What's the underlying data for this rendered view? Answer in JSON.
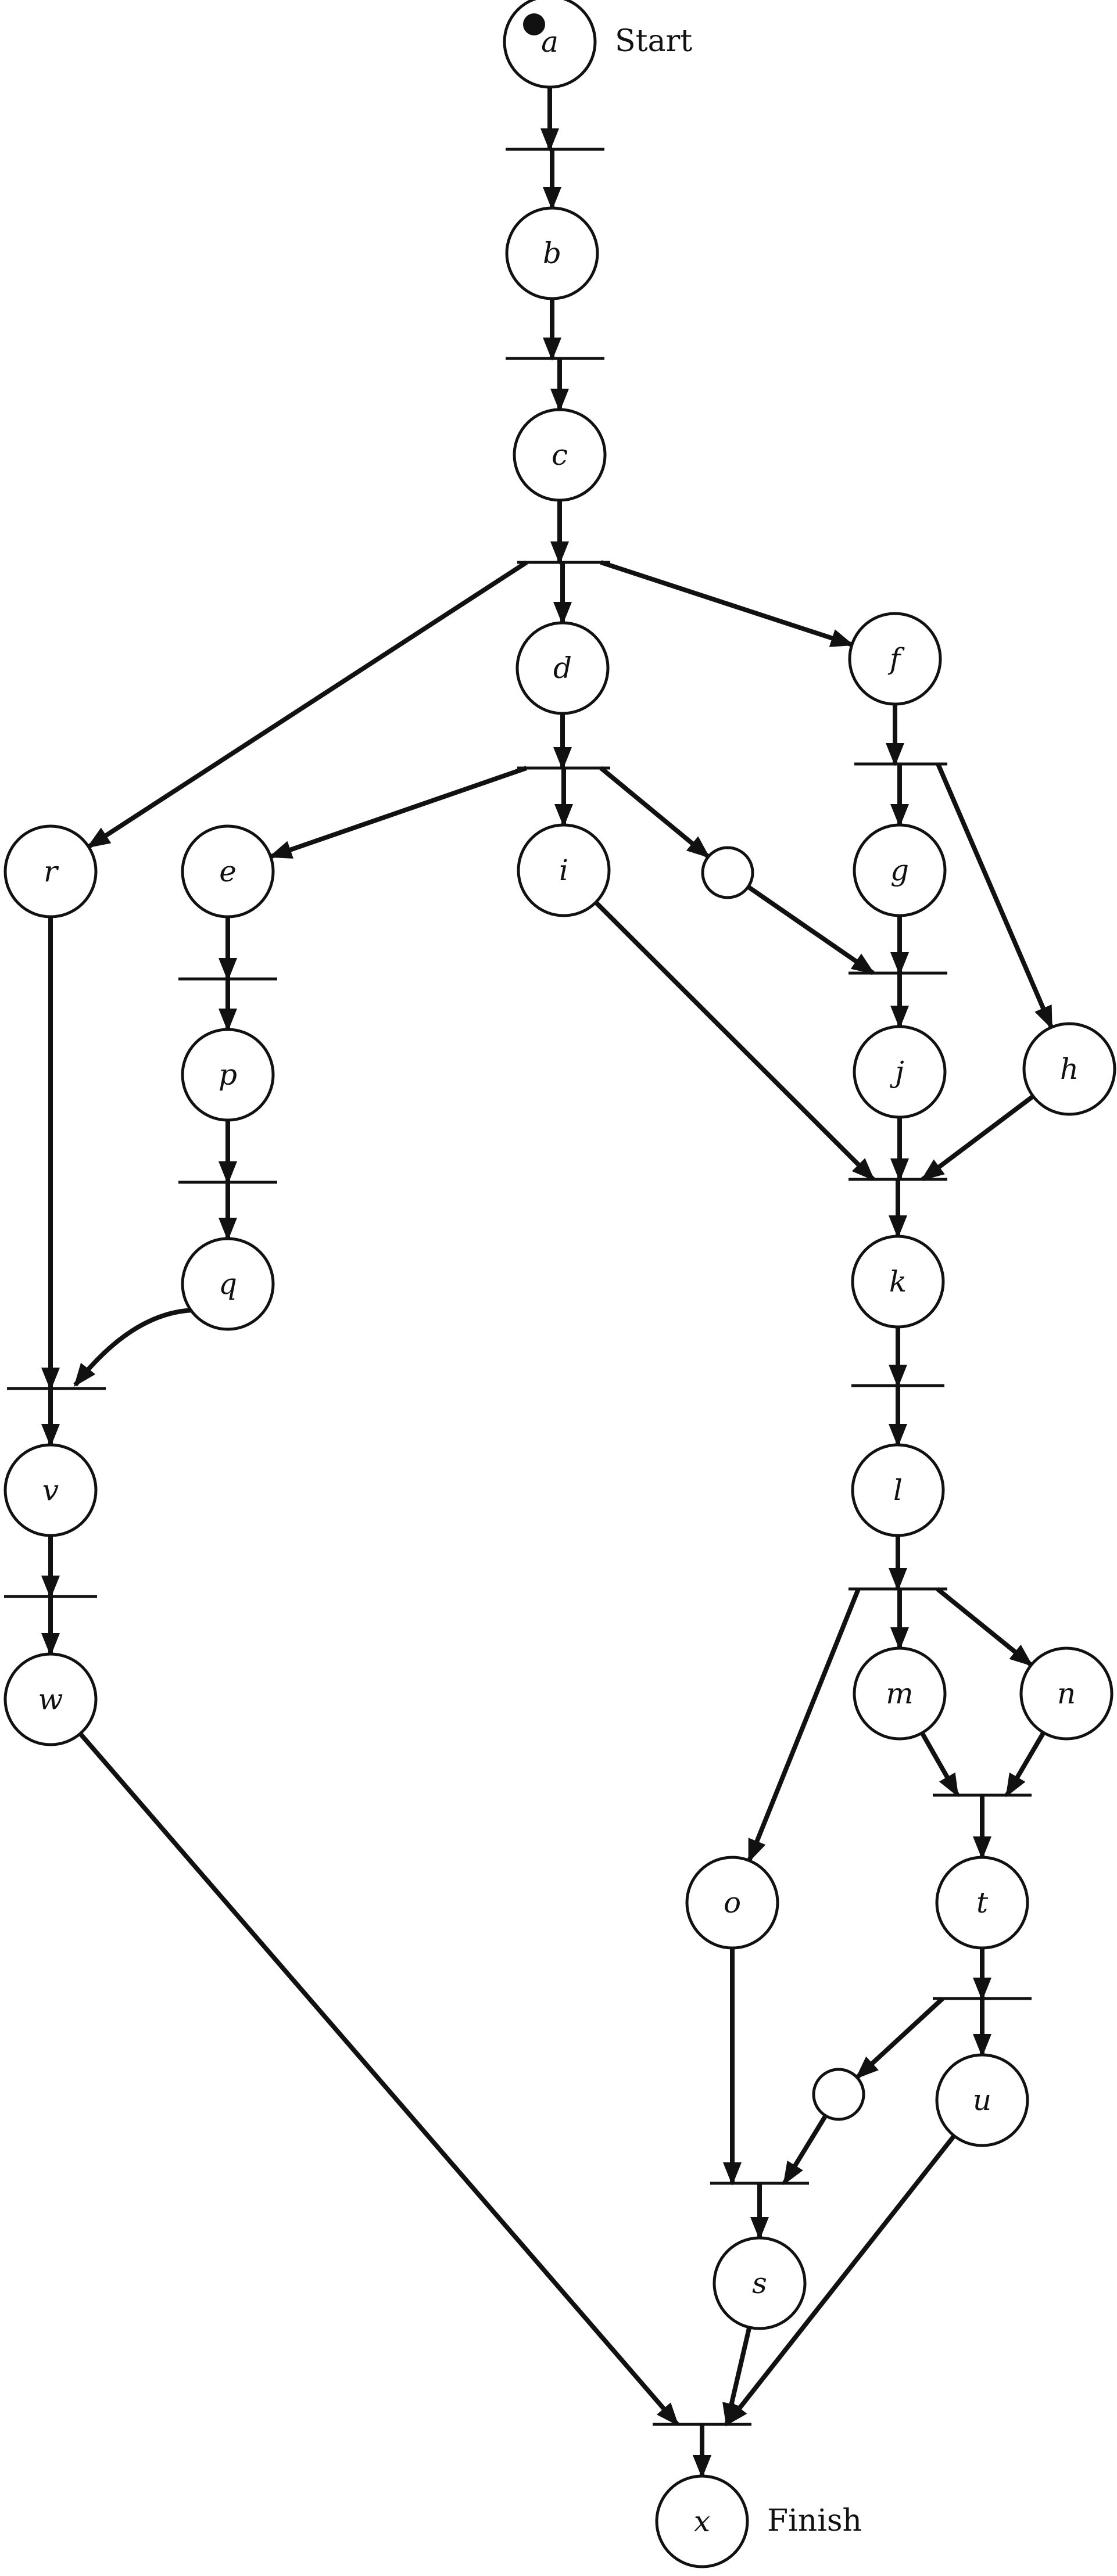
{
  "start_label": "Start",
  "finish_label": "Finish",
  "colors": {
    "ink": "#111111",
    "paper": "#ffffff"
  },
  "places": [
    {
      "id": "a",
      "label": "a",
      "token": true
    },
    {
      "id": "b",
      "label": "b"
    },
    {
      "id": "c",
      "label": "c"
    },
    {
      "id": "d",
      "label": "d"
    },
    {
      "id": "f",
      "label": "f"
    },
    {
      "id": "r",
      "label": "r"
    },
    {
      "id": "e",
      "label": "e"
    },
    {
      "id": "i",
      "label": "i"
    },
    {
      "id": "p1",
      "label": ""
    },
    {
      "id": "g",
      "label": "g"
    },
    {
      "id": "p",
      "label": "p"
    },
    {
      "id": "j",
      "label": "j"
    },
    {
      "id": "h",
      "label": "h"
    },
    {
      "id": "q",
      "label": "q"
    },
    {
      "id": "k",
      "label": "k"
    },
    {
      "id": "v",
      "label": "v"
    },
    {
      "id": "l",
      "label": "l"
    },
    {
      "id": "w",
      "label": "w"
    },
    {
      "id": "m",
      "label": "m"
    },
    {
      "id": "n",
      "label": "n"
    },
    {
      "id": "o",
      "label": "o"
    },
    {
      "id": "t",
      "label": "t"
    },
    {
      "id": "p2",
      "label": ""
    },
    {
      "id": "u",
      "label": "u"
    },
    {
      "id": "s",
      "label": "s"
    },
    {
      "id": "x",
      "label": "x"
    }
  ],
  "transitions": [
    "t1",
    "t2",
    "t3",
    "t4",
    "t5",
    "t6",
    "t7",
    "t8",
    "t9",
    "t10",
    "t11",
    "t12",
    "t13",
    "t14",
    "t15",
    "t16",
    "t17",
    "t18"
  ],
  "arcs": [
    [
      "a",
      "t1"
    ],
    [
      "t1",
      "b"
    ],
    [
      "b",
      "t2"
    ],
    [
      "t2",
      "c"
    ],
    [
      "c",
      "t3"
    ],
    [
      "t3",
      "d"
    ],
    [
      "t3",
      "f"
    ],
    [
      "t3",
      "r"
    ],
    [
      "d",
      "t4"
    ],
    [
      "t4",
      "e"
    ],
    [
      "t4",
      "i"
    ],
    [
      "t4",
      "p1"
    ],
    [
      "f",
      "t5"
    ],
    [
      "t5",
      "g"
    ],
    [
      "t5",
      "h"
    ],
    [
      "e",
      "t6"
    ],
    [
      "t6",
      "p"
    ],
    [
      "g",
      "t7"
    ],
    [
      "p1",
      "t7"
    ],
    [
      "t7",
      "j"
    ],
    [
      "p",
      "t8"
    ],
    [
      "t8",
      "q"
    ],
    [
      "i",
      "t9"
    ],
    [
      "j",
      "t9"
    ],
    [
      "h",
      "t9"
    ],
    [
      "t9",
      "k"
    ],
    [
      "r",
      "t10"
    ],
    [
      "q",
      "t10"
    ],
    [
      "t10",
      "v"
    ],
    [
      "k",
      "t11"
    ],
    [
      "t11",
      "l"
    ],
    [
      "v",
      "t12"
    ],
    [
      "t12",
      "w"
    ],
    [
      "l",
      "t13"
    ],
    [
      "t13",
      "m"
    ],
    [
      "t13",
      "n"
    ],
    [
      "t13",
      "o"
    ],
    [
      "m",
      "t14"
    ],
    [
      "n",
      "t14"
    ],
    [
      "t14",
      "t"
    ],
    [
      "t",
      "t15"
    ],
    [
      "t15",
      "u"
    ],
    [
      "t15",
      "p2"
    ],
    [
      "o",
      "t16"
    ],
    [
      "p2",
      "t16"
    ],
    [
      "t16",
      "s"
    ],
    [
      "s",
      "t17"
    ],
    [
      "u",
      "t17"
    ],
    [
      "w",
      "t17"
    ],
    [
      "t17",
      "x"
    ]
  ]
}
